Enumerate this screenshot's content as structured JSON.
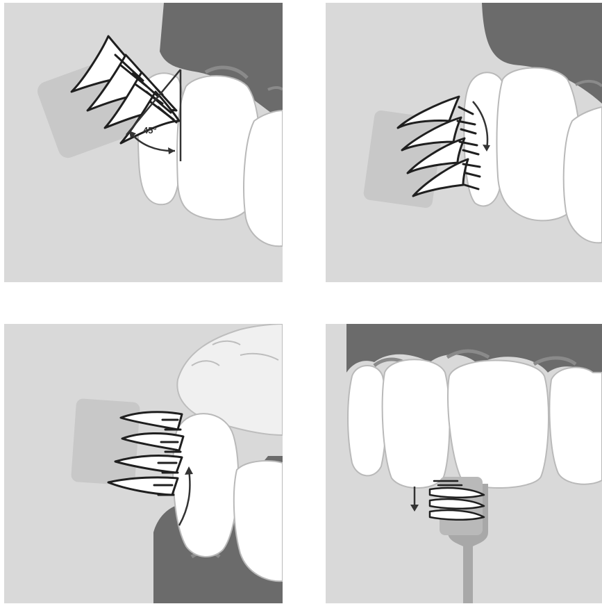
{
  "panels": [
    {
      "id": "p1",
      "angle_label": "45°"
    },
    {
      "id": "p2"
    },
    {
      "id": "p3"
    },
    {
      "id": "p4"
    }
  ],
  "colors": {
    "background": "#ffffff",
    "panel": "#d9d9d9",
    "gum": "#6b6b6b",
    "gum_line": "#8a8a8a",
    "tooth": "#ffffff",
    "tooth_shadow": "#ececec",
    "tooth_outline": "#b9b9b9",
    "brush_head": "#c4c4c4",
    "bristle": "#1f1f1f",
    "arrow": "#333333",
    "handle": "#a8a8a8"
  },
  "icons": [
    "toothbrush-icon",
    "tooth-icon",
    "arrow-down-icon",
    "arrow-up-icon",
    "angle-arc-icon"
  ]
}
